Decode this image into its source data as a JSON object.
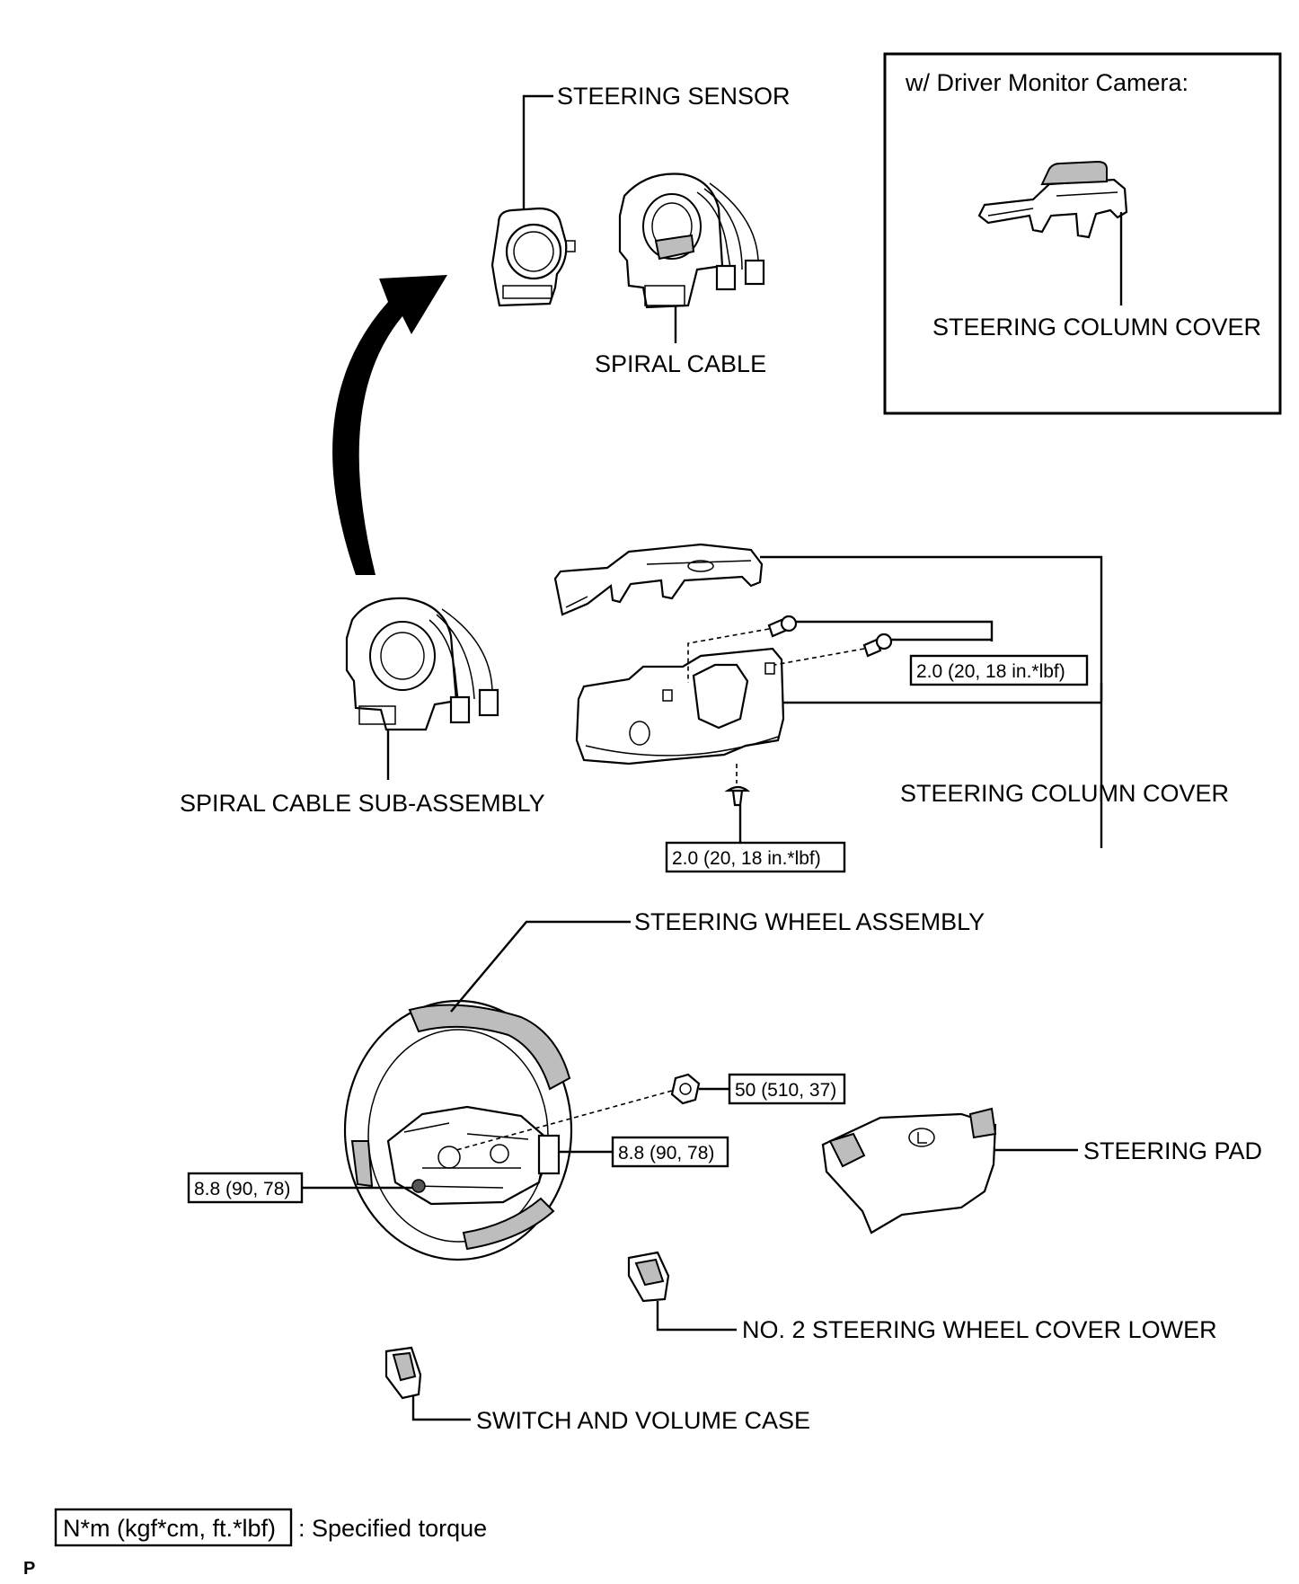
{
  "inset": {
    "title": "w/ Driver Monitor Camera:",
    "label": "STEERING COLUMN COVER"
  },
  "labels": {
    "steering_sensor": "STEERING SENSOR",
    "spiral_cable": "SPIRAL CABLE",
    "spiral_cable_sub_assembly": "SPIRAL CABLE SUB-ASSEMBLY",
    "steering_column_cover": "STEERING COLUMN COVER",
    "steering_wheel_assembly": "STEERING WHEEL ASSEMBLY",
    "steering_pad": "STEERING PAD",
    "no2_steering_wheel_cover_lower": "NO. 2 STEERING WHEEL COVER LOWER",
    "switch_and_volume_case": "SWITCH AND VOLUME CASE"
  },
  "torques": {
    "column_cover_upper_screws": "2.0 (20, 18 in.*lbf)",
    "column_cover_lower_screw": "2.0 (20, 18 in.*lbf)",
    "wheel_nut": "50 (510, 37)",
    "wheel_screw_right": "8.8 (90, 78)",
    "wheel_screw_left": "8.8 (90, 78)"
  },
  "legend": {
    "box": "N*m (kgf*cm, ft.*lbf)",
    "text": ": Specified torque"
  },
  "footer_mark": "P"
}
